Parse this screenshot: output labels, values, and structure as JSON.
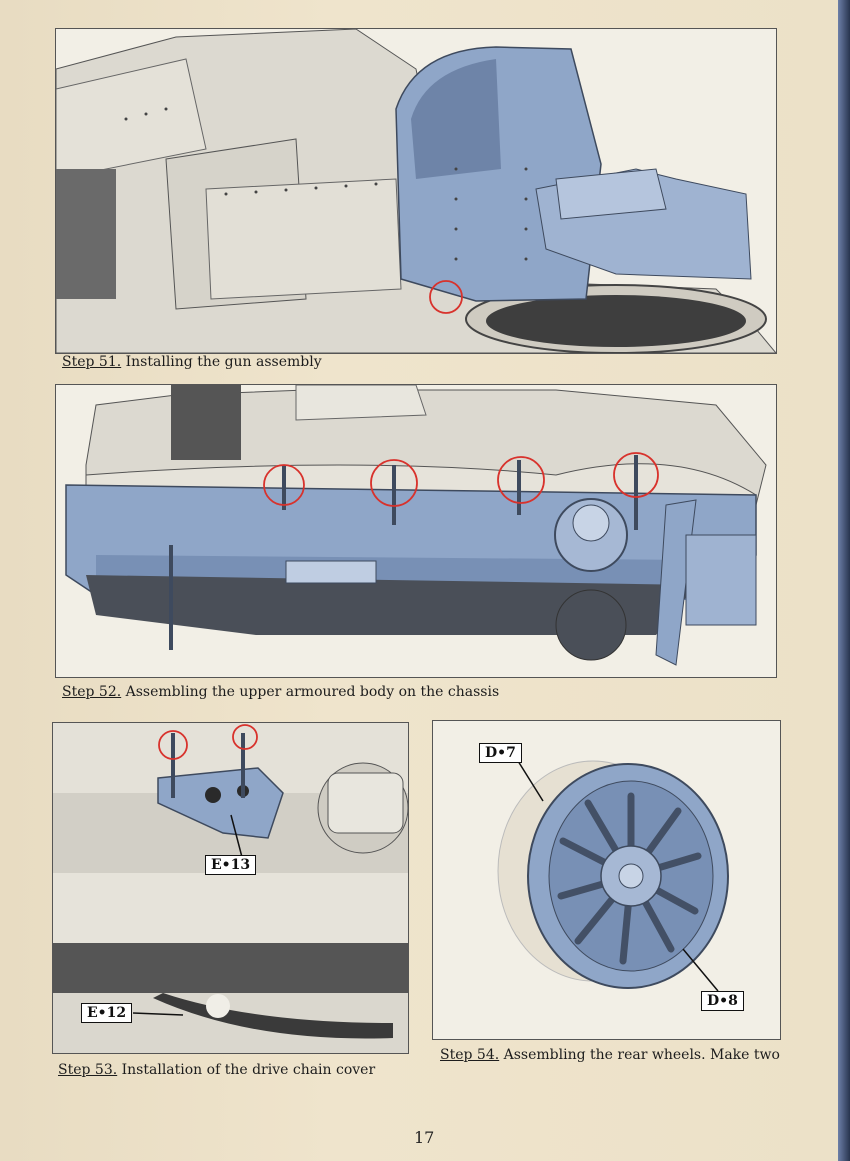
{
  "steps": [
    {
      "number": "Step 51.",
      "text": " Installing the gun assembly"
    },
    {
      "number": "Step 52.",
      "text": " Assembling the upper armoured body on the chassis"
    },
    {
      "number": "Step 53.",
      "text": " Installation of the drive chain cover"
    },
    {
      "number": "Step 54.",
      "text": " Assembling the rear wheels. Make two"
    }
  ],
  "part_labels": {
    "e13": "E•13",
    "e12": "E•12",
    "d7": "D•7",
    "d8": "D•8"
  },
  "page_number": "17",
  "colors": {
    "paper": "#efe4cc",
    "part_highlight": "#8fa6c8",
    "model_grey": "#dcdad3",
    "callout_circle": "#d8322c"
  }
}
